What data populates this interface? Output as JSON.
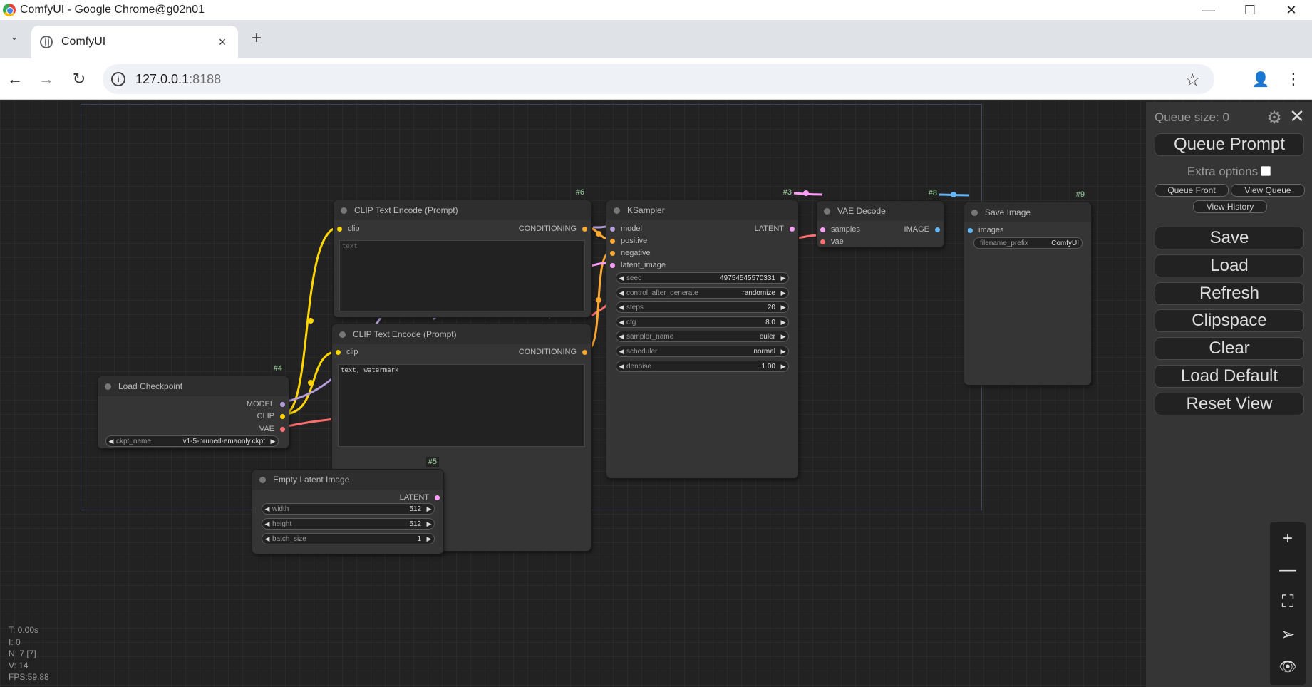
{
  "window": {
    "title": "ComfyUI - Google Chrome@g02n01",
    "minimize": "—",
    "maximize": "☐",
    "close": "✕"
  },
  "tabstrip": {
    "tab_search": "⌄",
    "tab_title": "ComfyUI",
    "tab_close": "×",
    "new_tab": "+"
  },
  "toolbar": {
    "back": "←",
    "forward": "→",
    "reload": "↻",
    "info": "i",
    "url_host": "127.0.0.1",
    "url_port": ":8188",
    "star": "☆",
    "profile": "👤",
    "menu": "⋮"
  },
  "nodes": {
    "clip_pos": {
      "title": "CLIP Text Encode (Prompt)",
      "id": "#6",
      "input_clip": "clip",
      "output": "CONDITIONING",
      "text": "text"
    },
    "clip_neg": {
      "title": "CLIP Text Encode (Prompt)",
      "id": "",
      "input_clip": "clip",
      "output": "CONDITIONING",
      "text": "text, watermark"
    },
    "ksampler": {
      "title": "KSampler",
      "id": "#3",
      "inputs": [
        "model",
        "positive",
        "negative",
        "latent_image"
      ],
      "output": "LATENT",
      "widgets": [
        {
          "name": "seed",
          "value": "49754545570331"
        },
        {
          "name": "control_after_generate",
          "value": "randomize"
        },
        {
          "name": "steps",
          "value": "20"
        },
        {
          "name": "cfg",
          "value": "8.0"
        },
        {
          "name": "sampler_name",
          "value": "euler"
        },
        {
          "name": "scheduler",
          "value": "normal"
        },
        {
          "name": "denoise",
          "value": "1.00"
        }
      ]
    },
    "vae_decode": {
      "title": "VAE Decode",
      "id": "#8",
      "inputs": [
        "samples",
        "vae"
      ],
      "output": "IMAGE"
    },
    "save_image": {
      "title": "Save Image",
      "id": "#9",
      "input": "images",
      "widget_name": "filename_prefix",
      "widget_value": "ComfyUI"
    },
    "load_checkpoint": {
      "title": "Load Checkpoint",
      "id": "#4",
      "outputs": [
        "MODEL",
        "CLIP",
        "VAE"
      ],
      "widget_name": "ckpt_name",
      "widget_value": "v1-5-pruned-emaonly.ckpt"
    },
    "empty_latent": {
      "title": "Empty Latent Image",
      "id": "#5",
      "output": "LATENT",
      "widgets": [
        {
          "name": "width",
          "value": "512"
        },
        {
          "name": "height",
          "value": "512"
        },
        {
          "name": "batch_size",
          "value": "1"
        }
      ]
    }
  },
  "menu": {
    "queue_size": "Queue size: 0",
    "gear": "⚙",
    "close": "✕",
    "queue_prompt": "Queue Prompt",
    "extra_options": "Extra options",
    "queue_front": "Queue Front",
    "view_queue": "View Queue",
    "view_history": "View History",
    "save": "Save",
    "load": "Load",
    "refresh": "Refresh",
    "clipspace": "Clipspace",
    "clear": "Clear",
    "load_default": "Load Default",
    "reset_view": "Reset View"
  },
  "zoom": {
    "zoom_in": "+",
    "zoom_out": "—",
    "fit": "⛶",
    "share": "➢",
    "view": "👁"
  },
  "stats": {
    "t": "T: 0.00s",
    "i": "I: 0",
    "n": "N: 7 [7]",
    "v": "V: 14",
    "fps": "FPS:59.88"
  },
  "colors": {
    "clip": "#ffd500",
    "conditioning": "#ffa931",
    "model": "#b39ddb",
    "latent": "#ff9cf9",
    "vae": "#ff6e6e",
    "image": "#64b5f6"
  }
}
